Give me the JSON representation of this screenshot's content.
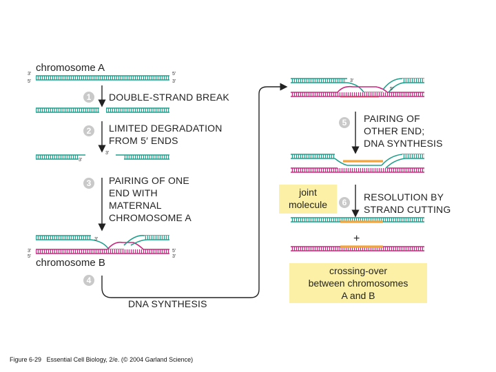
{
  "labels": {
    "chromosome_a": "chromosome A",
    "chromosome_b": "chromosome B",
    "three_prime": "3'",
    "five_prime": "5'",
    "plus": "+"
  },
  "steps": [
    {
      "num": "1",
      "text": "DOUBLE-STRAND BREAK"
    },
    {
      "num": "2",
      "line1": "LIMITED DEGRADATION",
      "line2": "FROM 5′ ENDS"
    },
    {
      "num": "3",
      "line1": "PAIRING OF ONE",
      "line2": "END WITH",
      "line3": "MATERNAL",
      "line4": "CHROMOSOME A"
    },
    {
      "num": "4",
      "text": "DNA SYNTHESIS"
    },
    {
      "num": "5",
      "line1": "PAIRING OF",
      "line2": "OTHER END;",
      "line3": "DNA SYNTHESIS"
    },
    {
      "num": "6",
      "line1": "RESOLUTION BY",
      "line2": "STRAND CUTTING"
    }
  ],
  "joint_molecule": {
    "line1": "joint",
    "line2": "molecule"
  },
  "crossing_over": {
    "line1": "crossing-over",
    "line2": "between chromosomes",
    "line3": "A and B"
  },
  "caption": {
    "figure": "Figure 6-29",
    "source": "Essential Cell Biology, 2/e. (© 2004 Garland Science)"
  },
  "colors": {
    "green_strand": "#1f9e8c",
    "magenta_strand": "#c8267f",
    "new_dna": "#f2a43a",
    "box_yellow": "#fbf0a6",
    "step_circle": "#c9c9c9"
  }
}
